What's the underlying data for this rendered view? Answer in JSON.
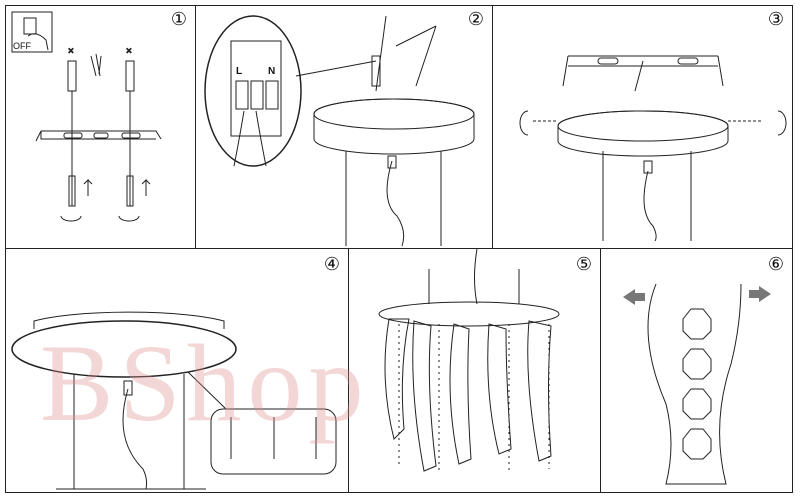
{
  "steps": [
    {
      "number": "①"
    },
    {
      "number": "②"
    },
    {
      "number": "③"
    },
    {
      "number": "④"
    },
    {
      "number": "⑤"
    },
    {
      "number": "⑥"
    }
  ],
  "step1": {
    "switch_label": "OFF"
  },
  "step2": {
    "terminal_left": "L",
    "terminal_right": "N"
  },
  "watermark": "BShop"
}
